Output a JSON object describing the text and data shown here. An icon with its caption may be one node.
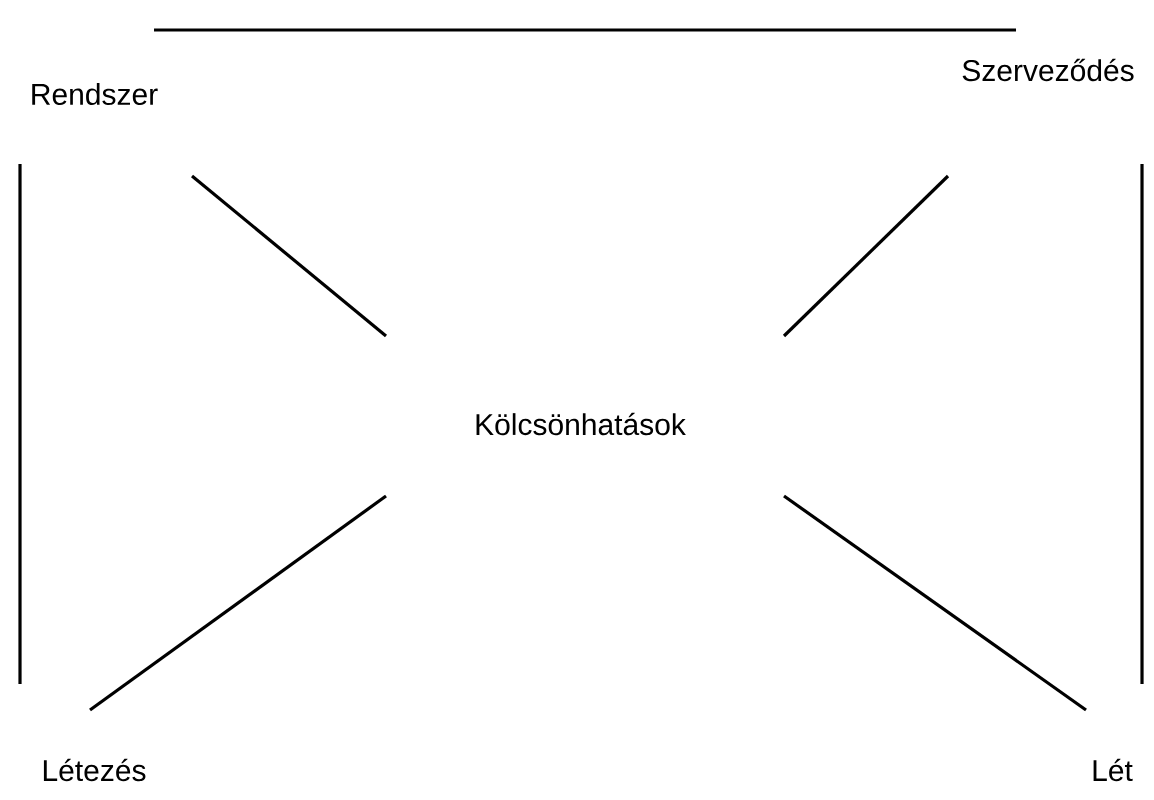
{
  "diagram": {
    "nodes": [
      {
        "text": [
          "Rendszer"
        ]
      },
      {
        "text": [
          "Szerveződés"
        ]
      },
      {
        "text": [
          "Kölcsönhatások"
        ]
      },
      {
        "text": [
          "Létezés"
        ]
      },
      {
        "text": [
          "Lét"
        ]
      }
    ],
    "edges": [
      {
        "from": 0,
        "to": 1,
        "arrow": "none"
      },
      {
        "from": 0,
        "to": 2,
        "arrow": "none"
      },
      {
        "from": 1,
        "to": 2,
        "arrow": "none"
      },
      {
        "from": 0,
        "to": 3,
        "arrow": "none"
      },
      {
        "from": 1,
        "to": 4,
        "arrow": "none"
      },
      {
        "from": 3,
        "to": 2,
        "arrow": "none"
      },
      {
        "from": 4,
        "to": 2,
        "arrow": "none"
      }
    ]
  }
}
